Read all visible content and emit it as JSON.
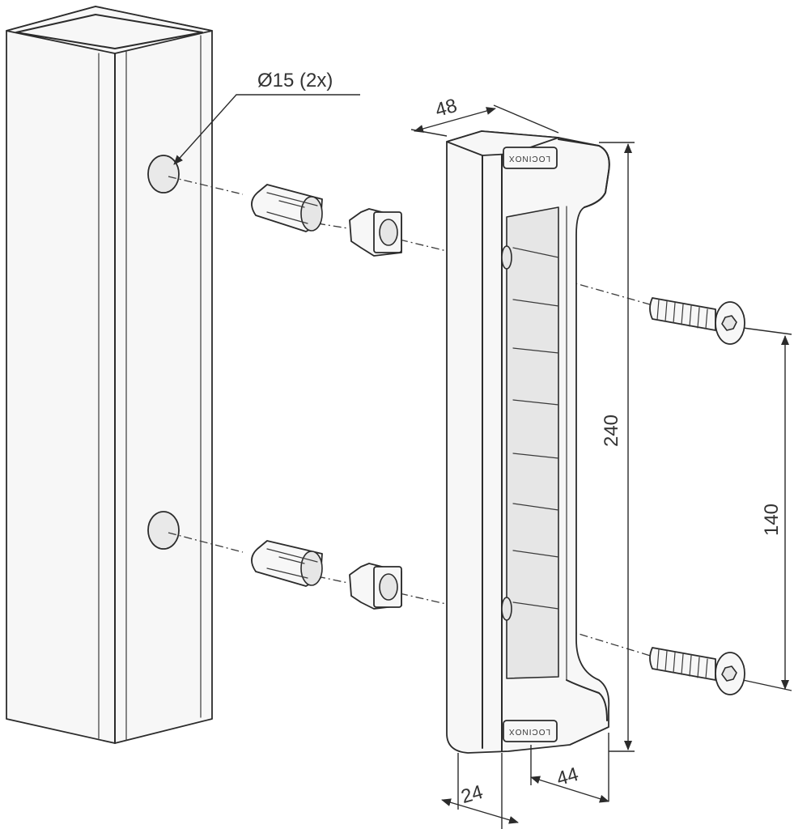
{
  "annotations": {
    "hole_diameter": "Ø15 (2x)",
    "depth_top": "48",
    "height_total": "240",
    "hole_spacing": "140",
    "base_width": "24",
    "base_depth": "44"
  },
  "brand": {
    "top_marking": "LOCINOX",
    "bottom_marking": "LOCINOX"
  },
  "colors": {
    "line": "#2b2b2b",
    "fill": "#f7f7f7",
    "text": "#333333"
  },
  "icons": {
    "dimension_arrow": "arrow-icon",
    "screw": "screw-icon",
    "sleeve": "sleeve-icon",
    "square_nut": "square-nut-icon"
  }
}
